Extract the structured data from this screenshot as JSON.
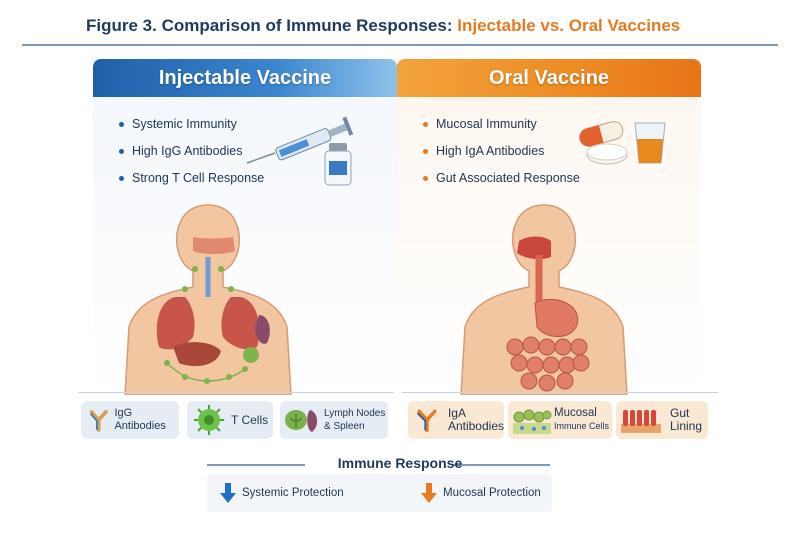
{
  "figure": {
    "title_prefix": "Figure 3. Comparison of Immune Responses: ",
    "title_accent": "Injectable vs. Oral Vaccines"
  },
  "injectable": {
    "header": "Injectable Vaccine",
    "bullets": [
      "Systemic Immunity",
      "High IgG Antibodies",
      "Strong T Cell Response"
    ],
    "legend": [
      {
        "icon": "igg-antibody-icon",
        "label": "IgG Antibodies"
      },
      {
        "icon": "t-cell-icon",
        "label": "T Cells"
      },
      {
        "icon": "lymph-node-spleen-icon",
        "label_line1": "Lymph Nodes",
        "label_line2": "& Spleen"
      }
    ],
    "color": "#1f5fa8"
  },
  "oral": {
    "header": "Oral Vaccine",
    "bullets": [
      "Mucosal Immunity",
      "High IgA Antibodies",
      "Gut Associated Response"
    ],
    "legend": [
      {
        "icon": "iga-antibody-icon",
        "label_line1": "IgA",
        "label_line2": "Antibodies"
      },
      {
        "icon": "mucosal-immune-cells-icon",
        "label_line1": "Mucosal",
        "label_line2": "Immune Cells"
      },
      {
        "icon": "gut-lining-icon",
        "label_line1": "Gut",
        "label_line2": "Lining"
      }
    ],
    "color": "#e57a1f"
  },
  "immune_response": {
    "title": "Immune Response",
    "items": [
      {
        "icon": "arrow-down-blue-icon",
        "label": "Systemic Protection"
      },
      {
        "icon": "arrow-down-orange-icon",
        "label": "Mucosal Protection"
      }
    ]
  }
}
